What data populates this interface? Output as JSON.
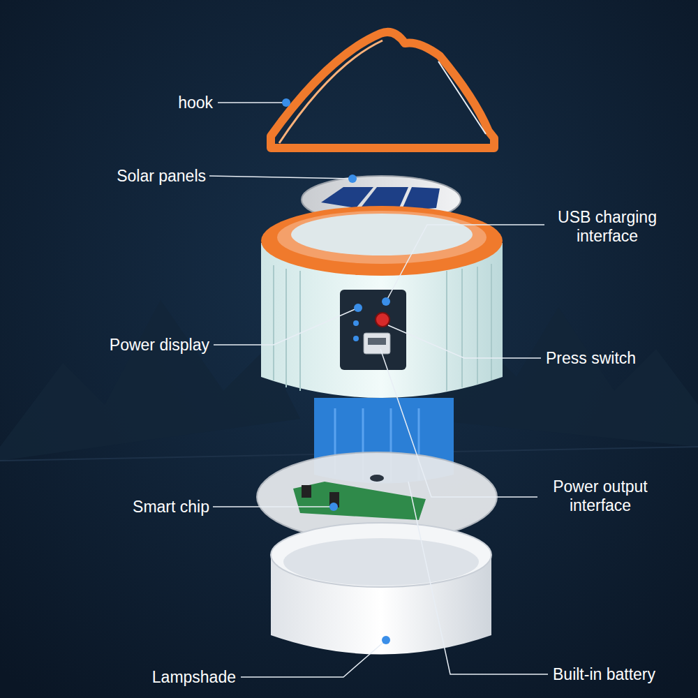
{
  "diagram": {
    "labels": [
      "hook",
      "Solar panels",
      "USB charging interface",
      "Power display",
      "Press switch",
      "Smart chip",
      "Power output interface",
      "Lampshade",
      "Built-in battery"
    ]
  }
}
